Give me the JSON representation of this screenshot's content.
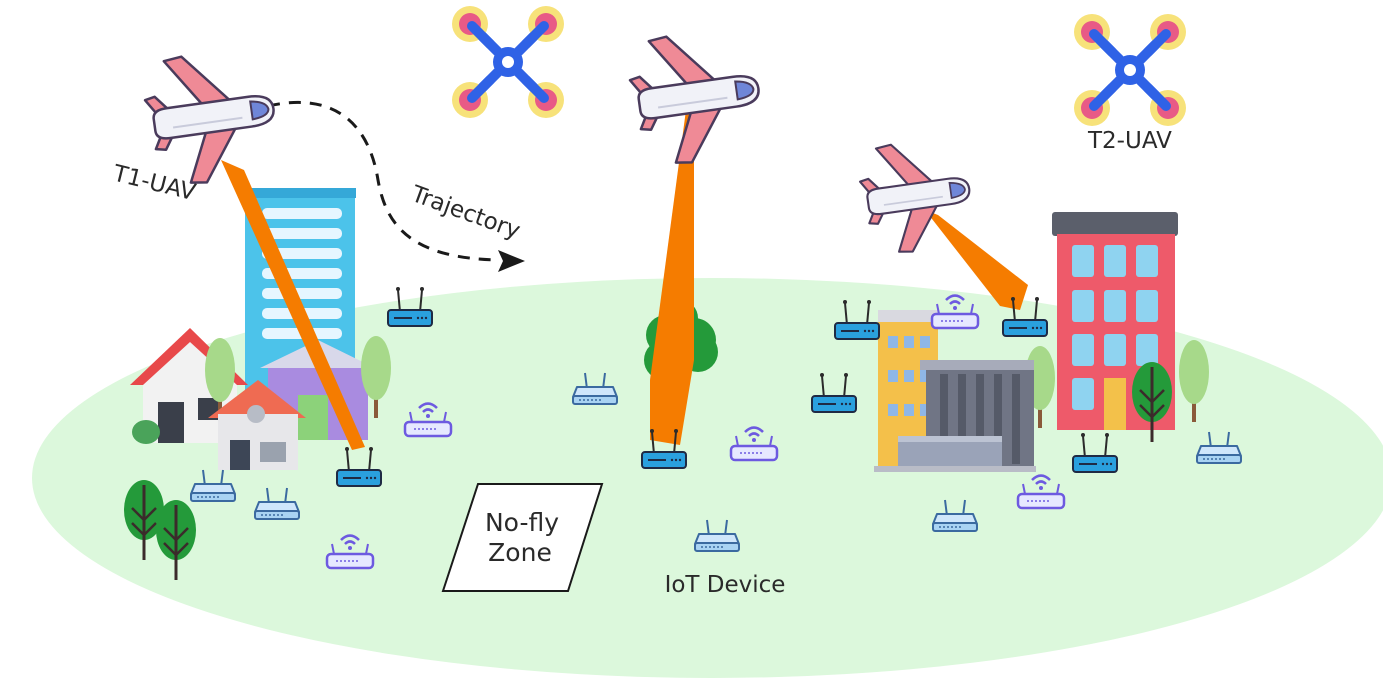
{
  "labels": {
    "t1_uav": "T1-UAV",
    "t2_uav": "T2-UAV",
    "trajectory": "Trajectory",
    "no_fly_zone_line1": "No-fly",
    "no_fly_zone_line2": "Zone",
    "iot_device": "IoT Device"
  },
  "colors": {
    "ground": "#dcf8dc",
    "beam": "#f57c00",
    "plane_body": "#f1f2f8",
    "plane_wing": "#ef8a96",
    "plane_outline": "#4a3b5c",
    "drone_arm": "#2f62e6",
    "drone_rotor_outer": "#f7e27a",
    "drone_rotor_inner": "#e85a86",
    "device_blue": "#2aa0de",
    "device_light": "#a9d3f3",
    "device_purple": "#6d5ae0",
    "office_tower": "#4cc3ea",
    "red_building": "#ee5a6a",
    "tree_green": "#249a3a",
    "tree_light": "#a7d98a"
  },
  "icons": [
    "fixed-wing-uav-icon",
    "quadrotor-uav-icon",
    "iot-router-icon",
    "wifi-router-icon",
    "tree-icon",
    "house-icon",
    "building-icon"
  ]
}
